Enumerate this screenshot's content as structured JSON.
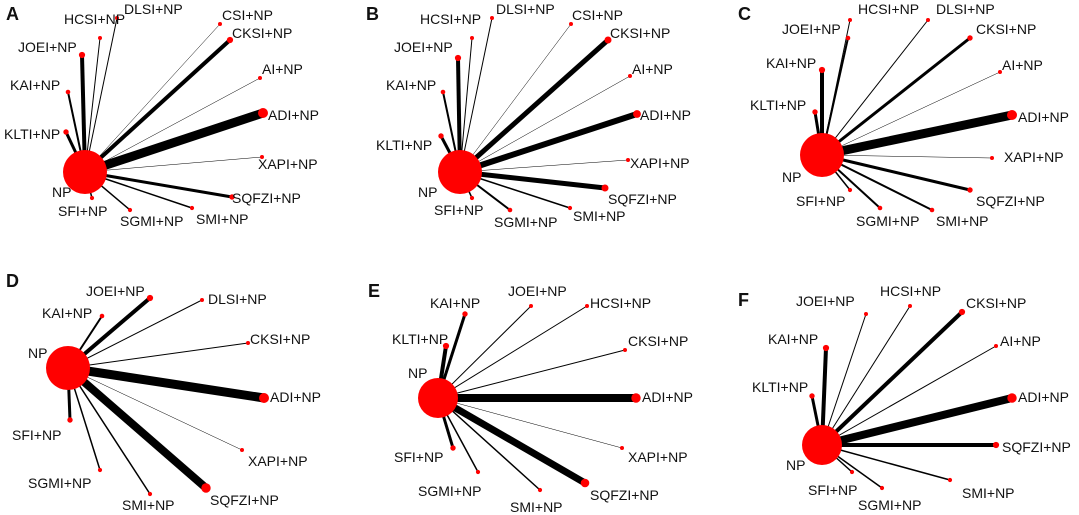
{
  "colors": {
    "node": "#ff0000",
    "edge": "#000000",
    "background": "#ffffff"
  },
  "panels": [
    {
      "letter": "A",
      "hub": "NP",
      "nodes": [
        {
          "label": "HCSI+NP",
          "edge": 1
        },
        {
          "label": "DLSI+NP",
          "edge": 1
        },
        {
          "label": "CSI+NP",
          "edge": 0.5
        },
        {
          "label": "CKSI+NP",
          "edge": 4
        },
        {
          "label": "JOEI+NP",
          "edge": 4
        },
        {
          "label": "AI+NP",
          "edge": 0.5
        },
        {
          "label": "KAI+NP",
          "edge": 2
        },
        {
          "label": "ADI+NP",
          "edge": 9
        },
        {
          "label": "KLTI+NP",
          "edge": 3
        },
        {
          "label": "XAPI+NP",
          "edge": 0.5
        },
        {
          "label": "SQFZI+NP",
          "edge": 3
        },
        {
          "label": "SFI+NP",
          "edge": 1.5
        },
        {
          "label": "SGMI+NP",
          "edge": 1.5
        },
        {
          "label": "SMI+NP",
          "edge": 1.5
        }
      ]
    },
    {
      "letter": "B",
      "hub": "NP",
      "nodes": [
        {
          "label": "HCSI+NP",
          "edge": 1
        },
        {
          "label": "DLSI+NP",
          "edge": 1
        },
        {
          "label": "CSI+NP",
          "edge": 0.5
        },
        {
          "label": "CKSI+NP",
          "edge": 5
        },
        {
          "label": "JOEI+NP",
          "edge": 4
        },
        {
          "label": "AI+NP",
          "edge": 0.5
        },
        {
          "label": "KAI+NP",
          "edge": 2
        },
        {
          "label": "ADI+NP",
          "edge": 6
        },
        {
          "label": "KLTI+NP",
          "edge": 3
        },
        {
          "label": "XAPI+NP",
          "edge": 0.5
        },
        {
          "label": "SQFZI+NP",
          "edge": 5
        },
        {
          "label": "SFI+NP",
          "edge": 1.5
        },
        {
          "label": "SGMI+NP",
          "edge": 2
        },
        {
          "label": "SMI+NP",
          "edge": 1.5
        }
      ]
    },
    {
      "letter": "C",
      "hub": "NP",
      "nodes": [
        {
          "label": "HCSI+NP",
          "edge": 1
        },
        {
          "label": "DLSI+NP",
          "edge": 1
        },
        {
          "label": "JOEI+NP",
          "edge": 2
        },
        {
          "label": "CKSI+NP",
          "edge": 3
        },
        {
          "label": "AI+NP",
          "edge": 0.5
        },
        {
          "label": "KAI+NP",
          "edge": 4
        },
        {
          "label": "ADI+NP",
          "edge": 9
        },
        {
          "label": "KLTI+NP",
          "edge": 3
        },
        {
          "label": "XAPI+NP",
          "edge": 0.5
        },
        {
          "label": "SQFZI+NP",
          "edge": 3
        },
        {
          "label": "SFI+NP",
          "edge": 1.5
        },
        {
          "label": "SGMI+NP",
          "edge": 2
        },
        {
          "label": "SMI+NP",
          "edge": 2
        }
      ]
    },
    {
      "letter": "D",
      "hub": "NP",
      "nodes": [
        {
          "label": "JOEI+NP",
          "edge": 4
        },
        {
          "label": "DLSI+NP",
          "edge": 1
        },
        {
          "label": "KAI+NP",
          "edge": 2
        },
        {
          "label": "CKSI+NP",
          "edge": 1
        },
        {
          "label": "ADI+NP",
          "edge": 9
        },
        {
          "label": "SFI+NP",
          "edge": 3
        },
        {
          "label": "XAPI+NP",
          "edge": 0.5
        },
        {
          "label": "SGMI+NP",
          "edge": 1.5
        },
        {
          "label": "SMI+NP",
          "edge": 1.5
        },
        {
          "label": "SQFZI+NP",
          "edge": 8
        }
      ]
    },
    {
      "letter": "E",
      "hub": "NP",
      "nodes": [
        {
          "label": "KAI+NP",
          "edge": 3
        },
        {
          "label": "JOEI+NP",
          "edge": 1
        },
        {
          "label": "HCSI+NP",
          "edge": 1
        },
        {
          "label": "KLTI+NP",
          "edge": 4
        },
        {
          "label": "CKSI+NP",
          "edge": 1
        },
        {
          "label": "ADI+NP",
          "edge": 8
        },
        {
          "label": "XAPI+NP",
          "edge": 0.5
        },
        {
          "label": "SFI+NP",
          "edge": 3
        },
        {
          "label": "SGMI+NP",
          "edge": 1.5
        },
        {
          "label": "SMI+NP",
          "edge": 1.5
        },
        {
          "label": "SQFZI+NP",
          "edge": 7
        }
      ]
    },
    {
      "letter": "F",
      "hub": "NP",
      "nodes": [
        {
          "label": "JOEI+NP",
          "edge": 1
        },
        {
          "label": "HCSI+NP",
          "edge": 1
        },
        {
          "label": "CKSI+NP",
          "edge": 4
        },
        {
          "label": "KAI+NP",
          "edge": 4
        },
        {
          "label": "AI+NP",
          "edge": 1
        },
        {
          "label": "ADI+NP",
          "edge": 8
        },
        {
          "label": "KLTI+NP",
          "edge": 3
        },
        {
          "label": "SQFZI+NP",
          "edge": 4
        },
        {
          "label": "SFI+NP",
          "edge": 1.5
        },
        {
          "label": "SGMI+NP",
          "edge": 1.5
        },
        {
          "label": "SMI+NP",
          "edge": 1.5
        }
      ]
    }
  ]
}
